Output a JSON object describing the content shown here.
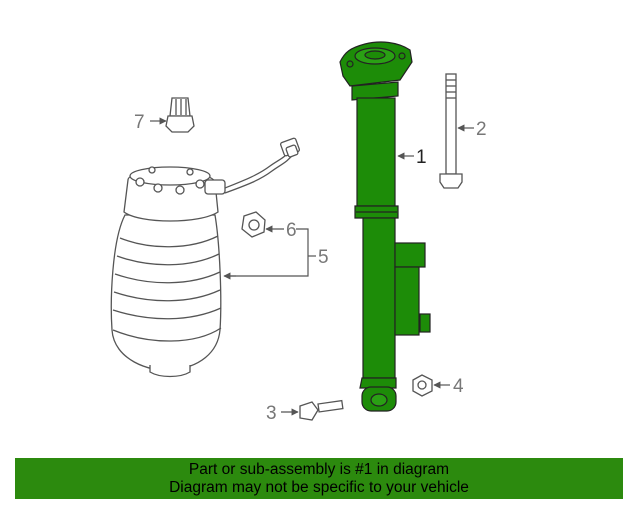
{
  "callouts": {
    "p1": "1",
    "p2": "2",
    "p3": "3",
    "p4": "4",
    "p5": "5",
    "p6": "6",
    "p7": "7"
  },
  "banner": {
    "line1": "Part or sub-assembly is #1 in diagram",
    "line2": "Diagram may not be specific to your vehicle"
  },
  "colors": {
    "highlight": "#2c8a0e",
    "part_fill": "#1d8c08",
    "outline": "#555555",
    "callout_text": "#777777"
  }
}
